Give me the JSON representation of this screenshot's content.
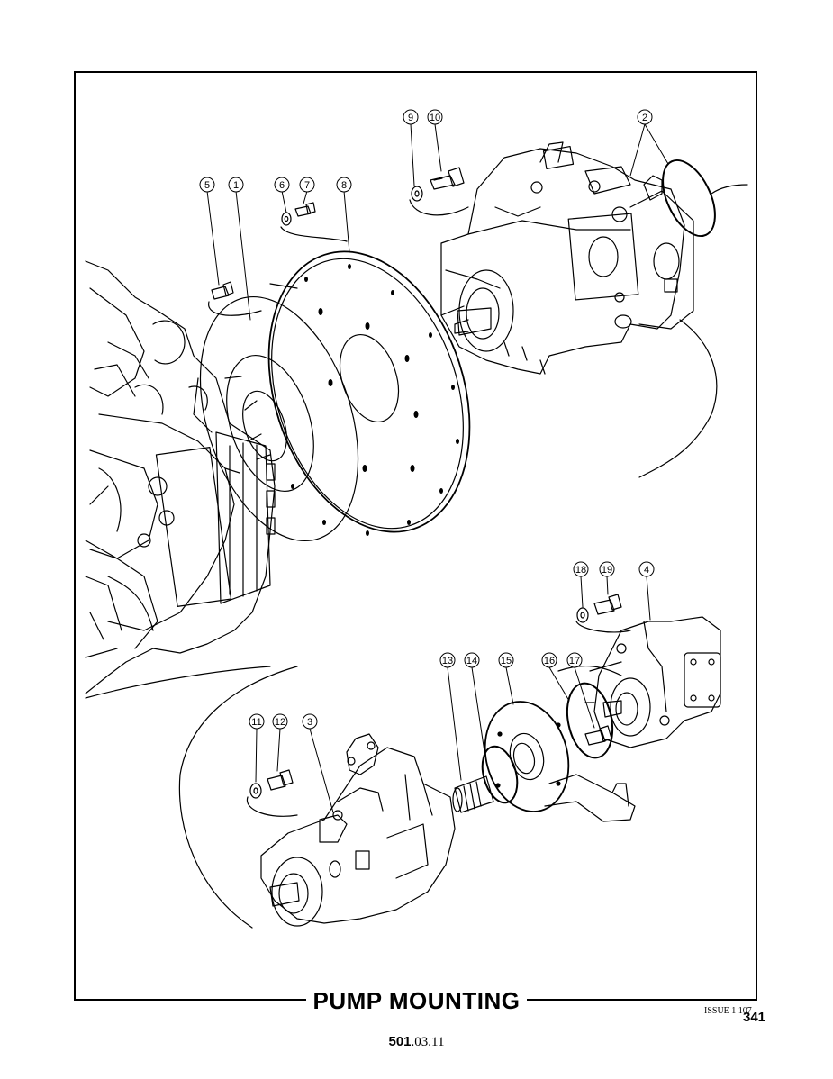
{
  "diagram": {
    "title": "PUMP MOUNTING",
    "issue": "ISSUE 1 107",
    "page_number": "341",
    "doc_ref_bold": "501",
    "doc_ref_rest": ".03.11",
    "callouts": [
      "1",
      "2",
      "3",
      "4",
      "5",
      "6",
      "7",
      "8",
      "9",
      "10",
      "11",
      "12",
      "13",
      "14",
      "15",
      "16",
      "17",
      "18",
      "19"
    ]
  }
}
